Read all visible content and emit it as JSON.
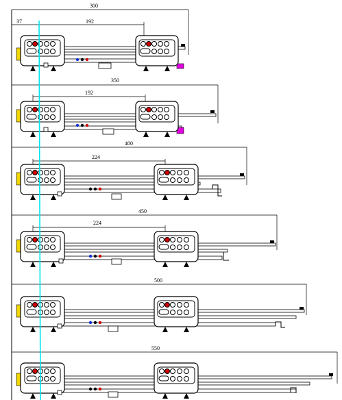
{
  "colors": {
    "line": "#000000",
    "alignment_line": "#00e5ee",
    "hole_red": "#d00000",
    "tab_yellow": "#f2d600",
    "clip_magenta": "#e000e0",
    "part_blue": "#1030d0"
  },
  "offset_dimension": "37",
  "slides": [
    {
      "length_label": "300",
      "spacing_label": "192"
    },
    {
      "length_label": "350",
      "spacing_label": "192"
    },
    {
      "length_label": "400",
      "spacing_label": "224"
    },
    {
      "length_label": "450",
      "spacing_label": "224"
    },
    {
      "length_label": "500",
      "spacing_label": ""
    },
    {
      "length_label": "550",
      "spacing_label": ""
    }
  ]
}
